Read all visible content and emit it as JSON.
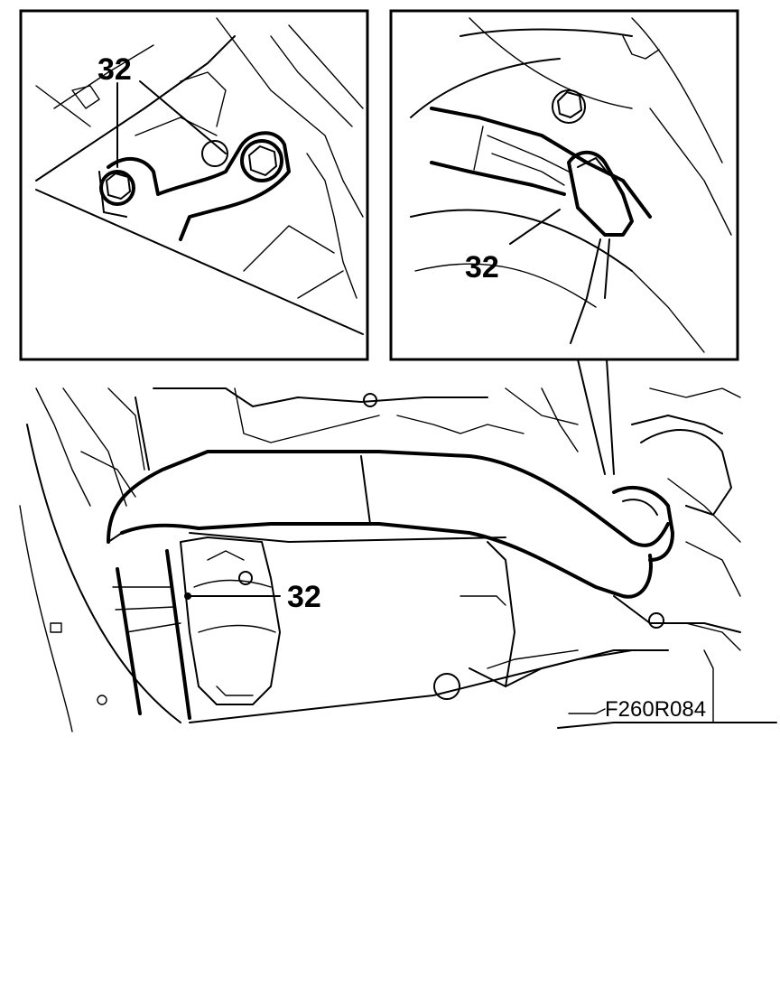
{
  "figure": {
    "figure_id": "F260R084",
    "callouts": {
      "inset_left": "32",
      "inset_right": "32",
      "main": "32"
    }
  }
}
